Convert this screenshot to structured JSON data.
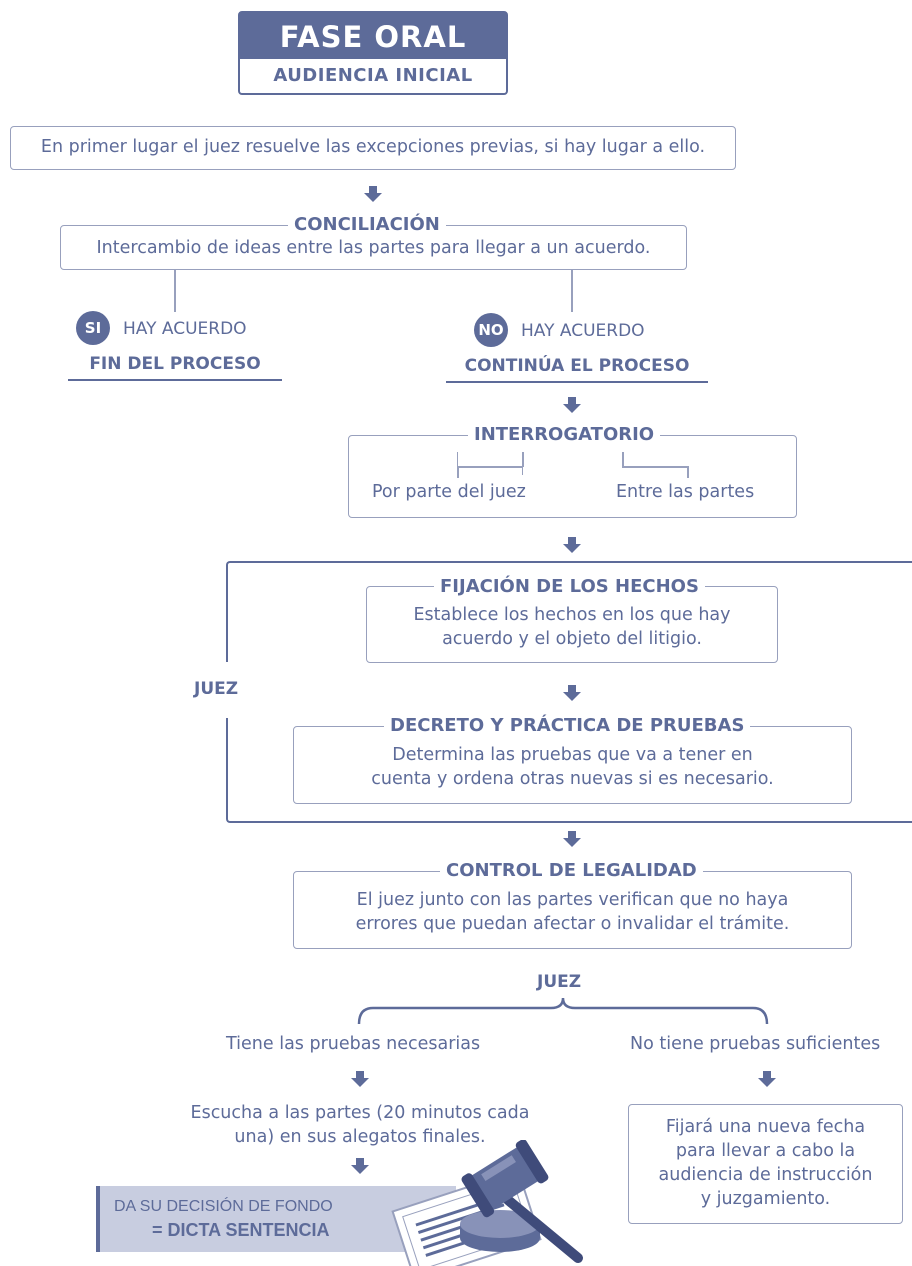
{
  "title": {
    "main": "FASE ORAL",
    "sub": "AUDIENCIA INICIAL"
  },
  "step_excepciones": "En primer lugar el juez resuelve las excepciones previas, si hay lugar a ello.",
  "conciliacion": {
    "title": "CONCILIACIÓN",
    "text": "Intercambio de ideas entre las partes para llegar a un acuerdo."
  },
  "si_branch": {
    "badge": "SI",
    "label": "HAY ACUERDO",
    "result": "FIN DEL PROCESO"
  },
  "no_branch": {
    "badge": "NO",
    "label": "HAY ACUERDO",
    "result": "CONTINÚA EL PROCESO"
  },
  "interrogatorio": {
    "title": "INTERROGATORIO",
    "left": "Por parte del juez",
    "right": "Entre las partes"
  },
  "juez_label": "JUEZ",
  "fijacion": {
    "title": "FIJACIÓN DE LOS HECHOS",
    "line1": "Establece los hechos en los que hay",
    "line2": "acuerdo y el objeto del litigio."
  },
  "pruebas": {
    "title": "DECRETO Y PRÁCTICA DE PRUEBAS",
    "line1": "Determina las pruebas que va a tener en",
    "line2": "cuenta y ordena otras nuevas si es necesario."
  },
  "control": {
    "title": "CONTROL DE LEGALIDAD",
    "line1": "El juez junto con las partes verifican que no haya",
    "line2": "errores que puedan afectar o invalidar el trámite."
  },
  "juez_decision": "JUEZ",
  "left_option": {
    "label": "Tiene las pruebas necesarias",
    "line1": "Escucha a las partes (20 minutos cada",
    "line2": "una) en sus alegatos finales."
  },
  "right_option": {
    "label": "No tiene pruebas suficientes",
    "line1": "Fijará una nueva fecha",
    "line2": "para llevar a cabo la",
    "line3": "audiencia de instrucción",
    "line4": "y juzgamiento."
  },
  "sentencia": {
    "line1": "DA SU DECISIÓN DE FONDO",
    "line2": "= DICTA SENTENCIA"
  },
  "colors": {
    "primary": "#5d6b99",
    "border": "#98a0bd",
    "fill": "#c8cde0"
  }
}
